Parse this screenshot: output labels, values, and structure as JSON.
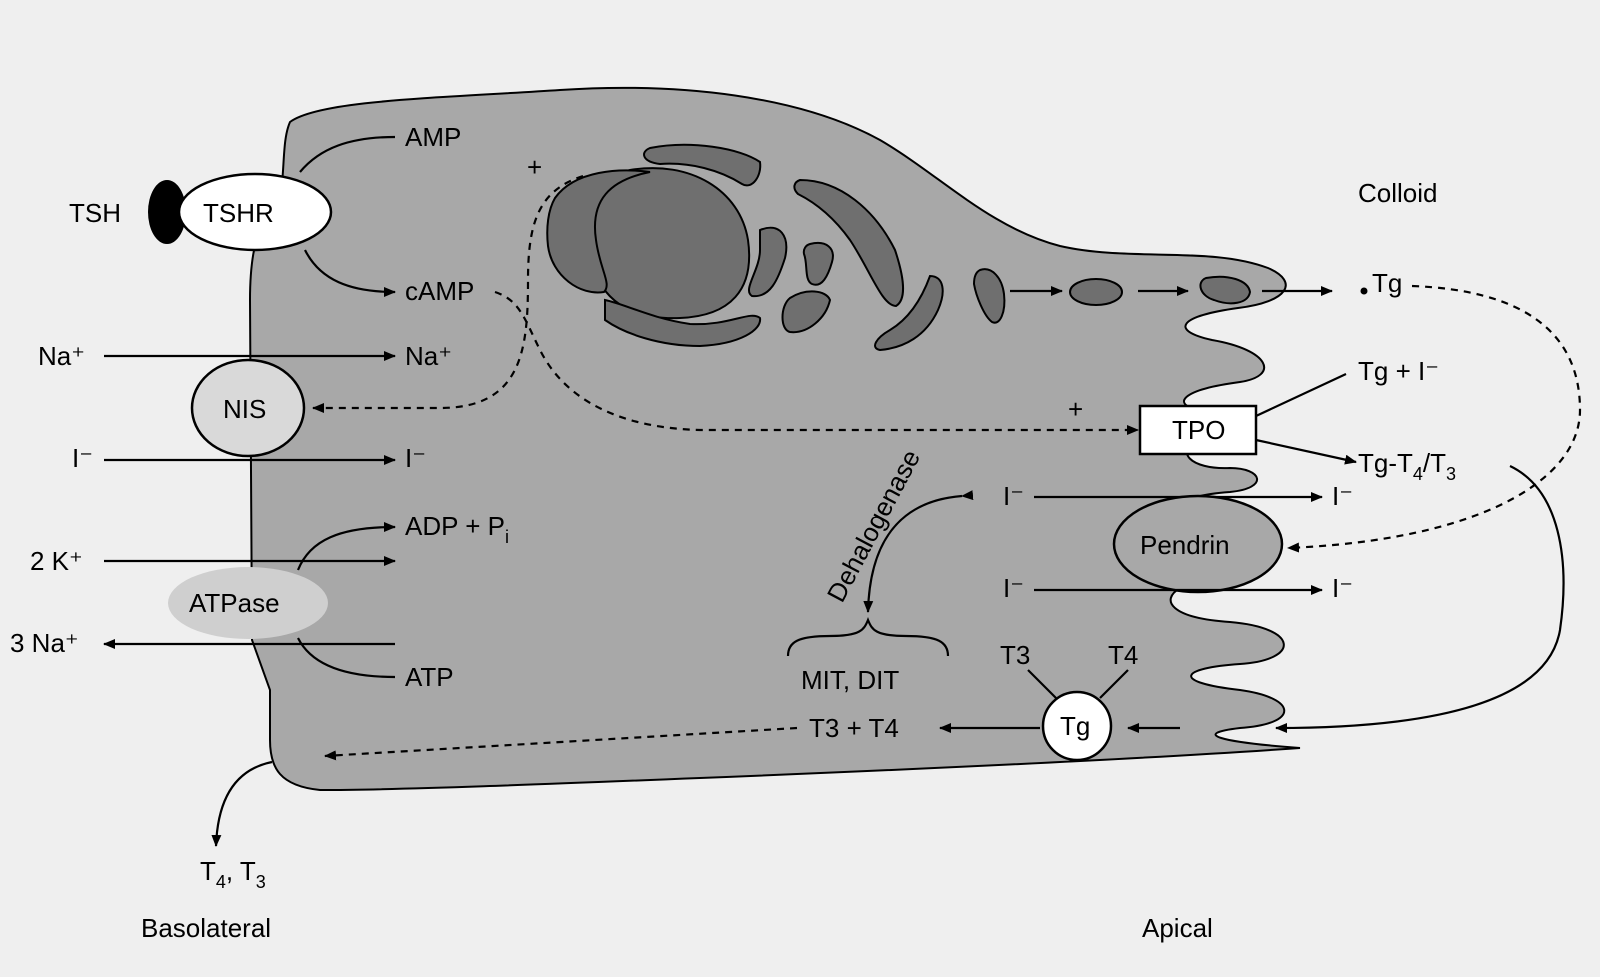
{
  "labels": {
    "tsh": "TSH",
    "tshr": "TSHR",
    "amp": "AMP",
    "camp": "cAMP",
    "plus_top": "+",
    "plus_tpo": "+",
    "colloid": "Colloid",
    "tg_dot": "Tg",
    "na_out": "Na⁺",
    "na_in": "Na⁺",
    "nis": "NIS",
    "i_out": "I⁻",
    "i_in": "I⁻",
    "tg_plus_i": "Tg + I⁻",
    "tpo": "TPO",
    "tg_t4_t3_a": "Tg-T",
    "tg_t4_t3_sub1": "4",
    "tg_t4_t3_b": "/T",
    "tg_t4_t3_sub2": "3",
    "adp_pi": "ADP + P",
    "adp_pi_sub": "i",
    "two_k": "2 K⁺",
    "atpase": "ATPase",
    "three_na": "3 Na⁺",
    "atp": "ATP",
    "dehalogenase": "Dehalogenase",
    "i_apical_1_in": "I⁻",
    "i_apical_1_out": "I⁻",
    "pendrin": "Pendrin",
    "i_apical_2_in": "I⁻",
    "i_apical_2_out": "I⁻",
    "mit_dit": "MIT, DIT",
    "t3_small": "T3",
    "t4_small": "T4",
    "tg_circle": "Tg",
    "t3_t4": "T3 + T4",
    "t4_t3_a": "T",
    "t4_t3_sub1": "4",
    "t4_t3_b": ", T",
    "t4_t3_sub2": "3",
    "basolateral": "Basolateral",
    "apical": "Apical"
  },
  "colors": {
    "background": "#efefef",
    "cell": "#a8a8a8",
    "organelle": "#6f6f6f",
    "atpase": "#cfcfcf"
  }
}
